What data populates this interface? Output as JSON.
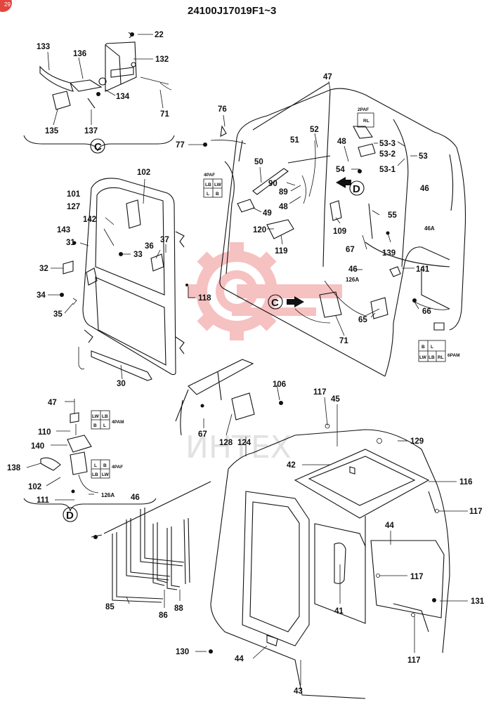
{
  "title": "24100J17019F1~3",
  "corner_badge": "29",
  "watermark": "ИНТЕХ",
  "detail_marks": {
    "c": "C",
    "d": "D"
  },
  "connectors": {
    "c2paf": {
      "label": "2PAF",
      "cells": [
        "RL"
      ]
    },
    "c4paf_main": {
      "label": "4PAF",
      "cells": [
        "LB",
        "LW",
        "L",
        "B"
      ]
    },
    "c6pam": {
      "label": "6PAM",
      "cells": [
        "B",
        "L",
        "LW",
        "LB",
        "RL"
      ]
    },
    "c4pam_d": {
      "label": "4PAM",
      "cells": [
        "LW",
        "LB",
        "B",
        "L"
      ]
    },
    "c4paf_d": {
      "label": "4PAF",
      "cells": [
        "L",
        "B",
        "LB",
        "LW"
      ]
    }
  },
  "parts": {
    "p22": "22",
    "p133": "133",
    "p136": "136",
    "p132": "132",
    "p134": "134",
    "p71a": "71",
    "p135": "135",
    "p137": "137",
    "p77": "77",
    "p76": "76",
    "p52": "52",
    "p48a": "48",
    "p47a": "47",
    "p51": "51",
    "p50": "50",
    "p90": "90",
    "p89": "89",
    "p48b": "48",
    "p49": "49",
    "p120": "120",
    "p119": "119",
    "p109": "109",
    "p55": "55",
    "p54": "54",
    "p53_3": "53-3",
    "p53_2": "53-2",
    "p53": "53",
    "p53_1": "53-1",
    "p46a": "46",
    "p46A": "46A",
    "p67a": "67",
    "p139": "139",
    "p46b": "46",
    "p126Aa": "126A",
    "p141": "141",
    "p65": "65",
    "p66": "66",
    "p71b": "71",
    "p102a": "102",
    "p101": "101",
    "p127": "127",
    "p142": "142",
    "p143": "143",
    "p31": "31",
    "p36": "36",
    "p37": "37",
    "p33": "33",
    "p32": "32",
    "p34": "34",
    "p35": "35",
    "p118": "118",
    "p30": "30",
    "p106": "106",
    "p67b": "67",
    "p128": "128",
    "p124": "124",
    "p117a": "117",
    "p45": "45",
    "p129": "129",
    "p42": "42",
    "p116": "116",
    "p117b": "117",
    "p44a": "44",
    "p117c": "117",
    "p41": "41",
    "p131": "131",
    "p117d": "117",
    "p44b": "44",
    "p130": "130",
    "p43": "43",
    "p85": "85",
    "p86": "86",
    "p88": "88",
    "p46c": "46",
    "p47b": "47",
    "p110": "110",
    "p140": "140",
    "p138": "138",
    "p102b": "102",
    "p111": "111",
    "p126Ab": "126A"
  }
}
